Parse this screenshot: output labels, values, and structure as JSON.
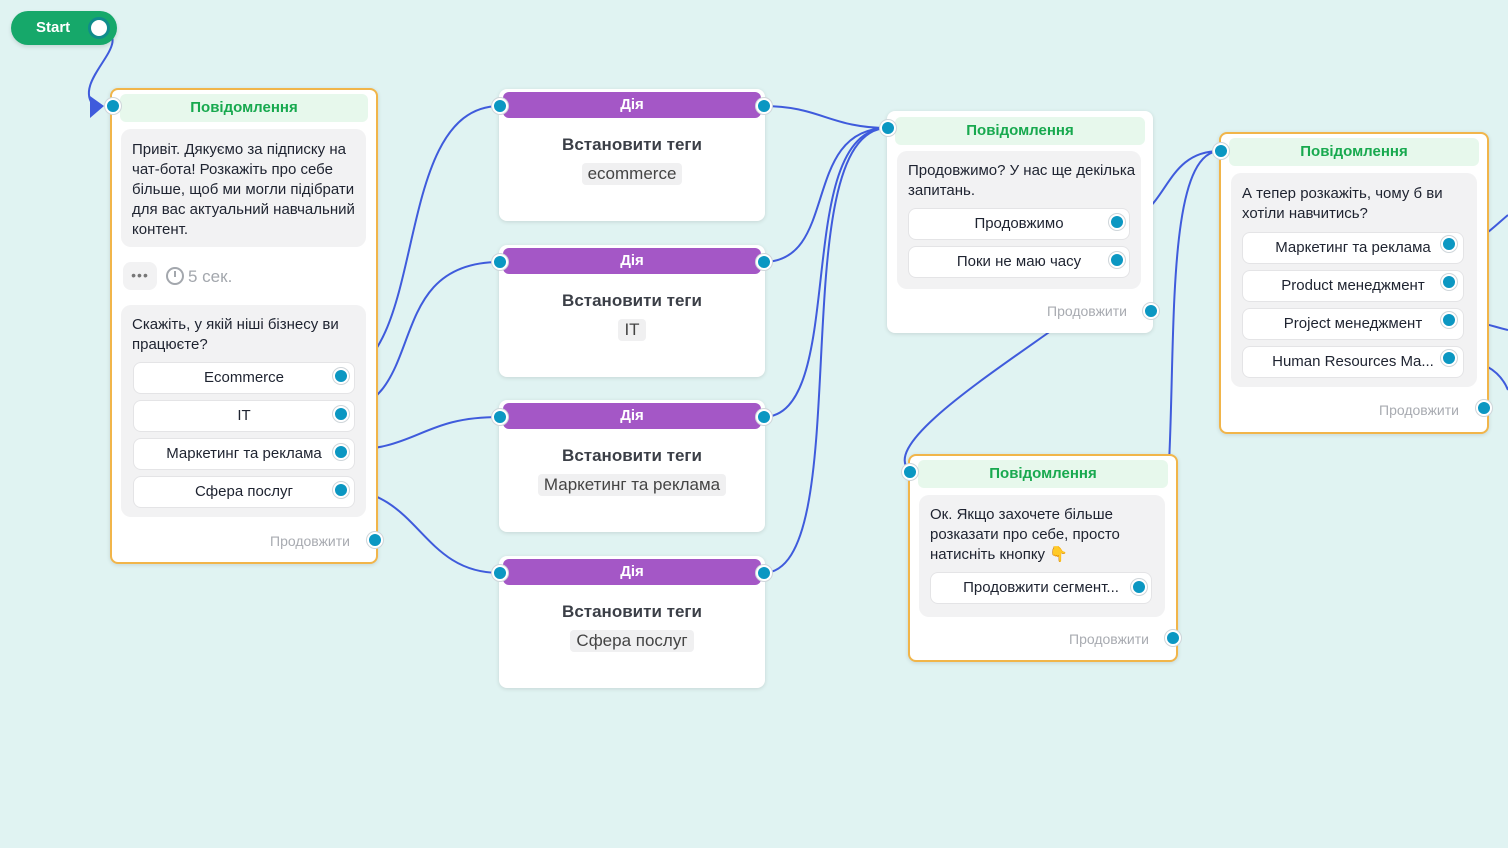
{
  "start": {
    "label": "Start"
  },
  "colors": {
    "canvas": "#e0f3f2",
    "wire": "#3f5bdc",
    "port": "#0b97c2",
    "message_header": "#18a94f",
    "action_header": "#a457c6",
    "message_border": "#f1b54a",
    "start": "#16a86a"
  },
  "msg1": {
    "header": "Повідомлення",
    "text": "Привіт. Дякуємо за підписку на чат-бота! Розкажіть про себе більше, щоб ми могли підібрати для вас актуальний навчальний контент.",
    "delay_dots": "•••",
    "delay": "5 сек.",
    "question": "Скажіть, у якій ніші бізнесу ви працюєте?",
    "buttons": [
      "Ecommerce",
      "IT",
      "Маркетинг та реклама",
      "Сфера послуг"
    ],
    "continue": "Продовжити"
  },
  "actions": [
    {
      "header": "Дія",
      "title": "Встановити теги",
      "tag": "ecommerce"
    },
    {
      "header": "Дія",
      "title": "Встановити теги",
      "tag": "IT"
    },
    {
      "header": "Дія",
      "title": "Встановити теги",
      "tag": "Маркетинг та реклама"
    },
    {
      "header": "Дія",
      "title": "Встановити теги",
      "tag": "Сфера послуг"
    }
  ],
  "msg2": {
    "header": "Повідомлення",
    "text": "Продовжимо? У нас ще декілька запитань.",
    "buttons": [
      "Продовжимо",
      "Поки не маю часу"
    ],
    "continue": "Продовжити"
  },
  "msg3": {
    "header": "Повідомлення",
    "text": "Ок. Якщо захочете більше розказати про себе, просто натисніть кнопку 👇",
    "buttons": [
      "Продовжити сегмент..."
    ],
    "continue": "Продовжити"
  },
  "msg4": {
    "header": "Повідомлення",
    "text": "А тепер розкажіть, чому б ви хотіли навчитись?",
    "buttons": [
      "Маркетинг та реклама",
      "Product менеджмент",
      "Project менеджмент",
      "Human Resources Ma..."
    ],
    "continue": "Продовжити"
  }
}
